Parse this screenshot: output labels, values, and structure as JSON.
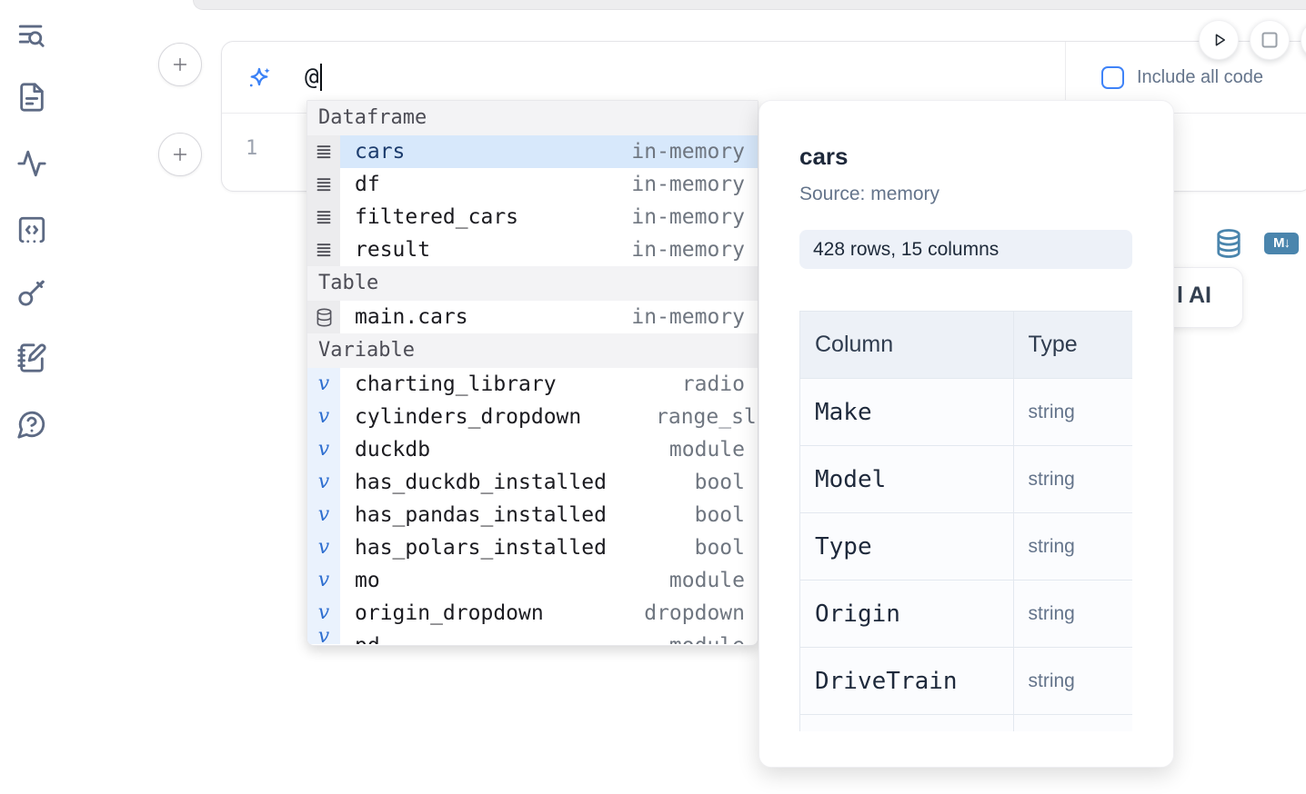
{
  "colors": {
    "accent": "#3b82f6",
    "icon_steel_blue": "#4a85ad",
    "selection_bg": "#d7e8fb",
    "sidebar_icon": "#5d6a84"
  },
  "sidebar": {
    "items": [
      {
        "icon": "toc-search-icon"
      },
      {
        "icon": "file-icon"
      },
      {
        "icon": "activity-icon"
      },
      {
        "icon": "snippets-code-icon"
      },
      {
        "icon": "key-icon"
      },
      {
        "icon": "scratchpad-icon"
      },
      {
        "icon": "help-icon"
      }
    ]
  },
  "cell": {
    "prompt_value": "@",
    "line_number": "1",
    "include_all_code_label": "Include all code",
    "include_all_code_checked": false,
    "output_icons": [
      "database-icon",
      "markdown-icon"
    ],
    "markdown_badge_text": "M↓"
  },
  "run_controls": {
    "buttons": [
      "run-button",
      "stop-button"
    ]
  },
  "autocomplete": {
    "sections": [
      {
        "label": "Dataframe",
        "kind": "dataframe",
        "icon": "dataframe-icon",
        "items": [
          {
            "name": "cars",
            "type": "in-memory",
            "selected": true
          },
          {
            "name": "df",
            "type": "in-memory"
          },
          {
            "name": "filtered_cars",
            "type": "in-memory"
          },
          {
            "name": "result",
            "type": "in-memory"
          }
        ]
      },
      {
        "label": "Table",
        "kind": "table",
        "icon": "table-database-icon",
        "items": [
          {
            "name": "main.cars",
            "type": "in-memory"
          }
        ]
      },
      {
        "label": "Variable",
        "kind": "variable",
        "icon": "variable-icon",
        "items": [
          {
            "name": "charting_library",
            "type": "radio"
          },
          {
            "name": "cylinders_dropdown",
            "type": "range_slider",
            "clipped": true
          },
          {
            "name": "duckdb",
            "type": "module"
          },
          {
            "name": "has_duckdb_installed",
            "type": "bool"
          },
          {
            "name": "has_pandas_installed",
            "type": "bool"
          },
          {
            "name": "has_polars_installed",
            "type": "bool"
          },
          {
            "name": "mo",
            "type": "module"
          },
          {
            "name": "origin_dropdown",
            "type": "dropdown"
          },
          {
            "name": "pd",
            "type": "module",
            "partial": true
          }
        ]
      }
    ]
  },
  "preview": {
    "title": "cars",
    "source": "Source: memory",
    "shape_badge": "428 rows, 15 columns",
    "table": {
      "headers": [
        "Column",
        "Type"
      ],
      "rows": [
        [
          "Make",
          "string"
        ],
        [
          "Model",
          "string"
        ],
        [
          "Type",
          "string"
        ],
        [
          "Origin",
          "string"
        ],
        [
          "DriveTrain",
          "string"
        ],
        [
          "",
          ""
        ]
      ]
    }
  },
  "ai_button": {
    "visible_text": "l AI"
  }
}
